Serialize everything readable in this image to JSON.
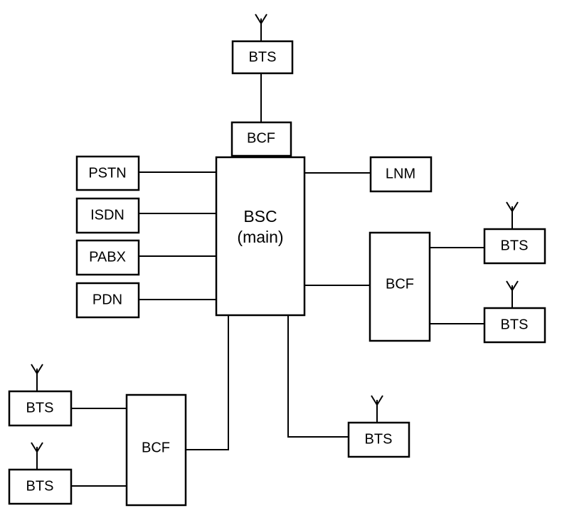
{
  "diagram": {
    "bsc": {
      "line1": "BSC",
      "line2": "(main)"
    },
    "bcf_top": {
      "label": "BCF"
    },
    "bcf_right": {
      "label": "BCF"
    },
    "bcf_left": {
      "label": "BCF"
    },
    "bts_top": {
      "label": "BTS"
    },
    "bts_right_1": {
      "label": "BTS"
    },
    "bts_right_2": {
      "label": "BTS"
    },
    "bts_bottom": {
      "label": "BTS"
    },
    "bts_left_1": {
      "label": "BTS"
    },
    "bts_left_2": {
      "label": "BTS"
    },
    "pstn": {
      "label": "PSTN"
    },
    "isdn": {
      "label": "ISDN"
    },
    "pabx": {
      "label": "PABX"
    },
    "pdn": {
      "label": "PDN"
    },
    "lnm": {
      "label": "LNM"
    }
  }
}
